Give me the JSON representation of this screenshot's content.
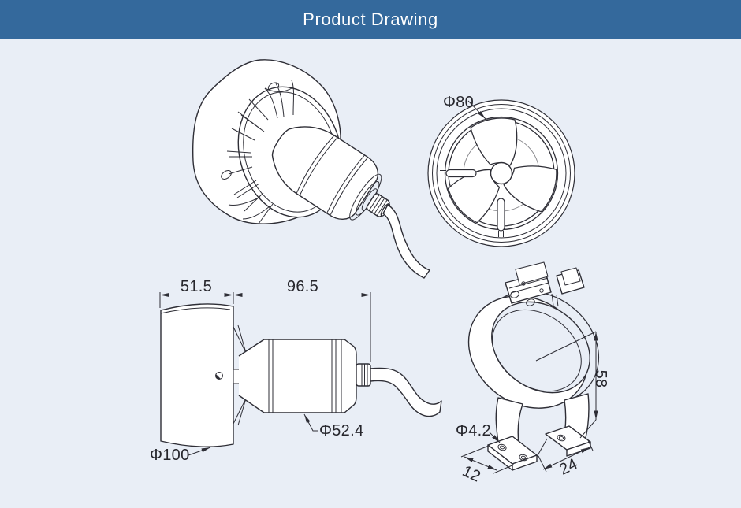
{
  "header": {
    "title": "Product Drawing"
  },
  "palette": {
    "header_bg": "#34699c",
    "header_text": "#ffffff",
    "page_bg": "#e9eef6",
    "line": "#2e2e36",
    "shape_fill": "#ffffff"
  },
  "views": {
    "front": {
      "labels": {
        "outer_diameter": "Φ80"
      }
    },
    "side": {
      "labels": {
        "front_width": "51.5",
        "motor_length": "96.5",
        "motor_diameter": "Φ52.4",
        "duct_diameter": "Φ100"
      }
    },
    "bracket": {
      "labels": {
        "height": "58",
        "hole_diameter": "Φ4.2",
        "base_width": "12",
        "base_depth": "24"
      }
    }
  }
}
